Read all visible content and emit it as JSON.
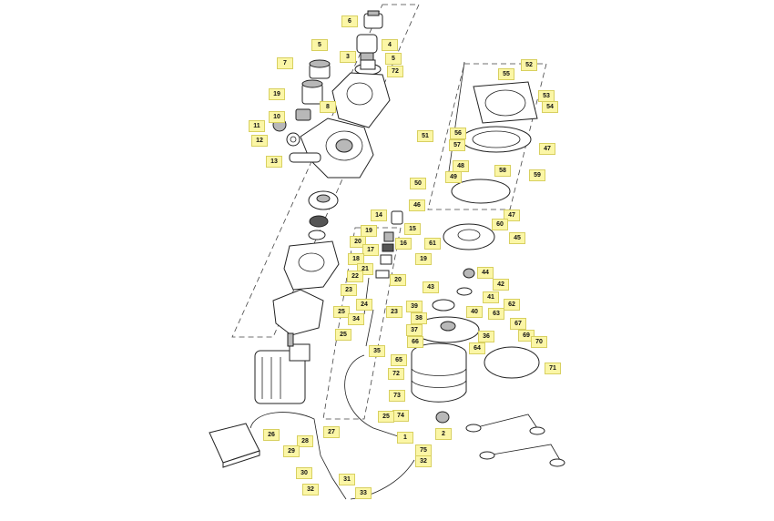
{
  "labels": {
    "l1": "1",
    "l2": "2",
    "l3": "3",
    "l4": "4",
    "l5": "5",
    "l5b": "5",
    "l6": "6",
    "l7": "7",
    "l8": "8",
    "l10": "10",
    "l11": "11",
    "l12": "12",
    "l13": "13",
    "l14": "14",
    "l15": "15",
    "l16": "16",
    "l17": "17",
    "l18": "18",
    "l19": "19",
    "l19b": "19",
    "l19c": "19",
    "l20": "20",
    "l20b": "20",
    "l21": "21",
    "l22": "22",
    "l23": "23",
    "l23b": "23",
    "l24": "24",
    "l25": "25",
    "l25b": "25",
    "l25c": "25",
    "l26": "26",
    "l27": "27",
    "l28": "28",
    "l29": "29",
    "l30": "30",
    "l31": "31",
    "l32": "32",
    "l32b": "32",
    "l33": "33",
    "l34": "34",
    "l35": "35",
    "l36": "36",
    "l37": "37",
    "l38": "38",
    "l39": "39",
    "l40": "40",
    "l41": "41",
    "l42": "42",
    "l43": "43",
    "l44": "44",
    "l45": "45",
    "l46": "46",
    "l47": "47",
    "l47b": "47",
    "l48": "48",
    "l49": "49",
    "l50": "50",
    "l51": "51",
    "l52": "52",
    "l53": "53",
    "l54": "54",
    "l55": "55",
    "l56": "56",
    "l57": "57",
    "l58": "58",
    "l59": "59",
    "l60": "60",
    "l61": "61",
    "l62": "62",
    "l63": "63",
    "l64": "64",
    "l65": "65",
    "l66": "66",
    "l67": "67",
    "l69": "69",
    "l70": "70",
    "l71": "71",
    "l72": "72",
    "l72b": "72",
    "l73": "73",
    "l74": "74",
    "l75": "75"
  },
  "colors": {
    "label_bg": "#fbf6a6",
    "label_border": "#d8d060",
    "line": "#222222"
  }
}
